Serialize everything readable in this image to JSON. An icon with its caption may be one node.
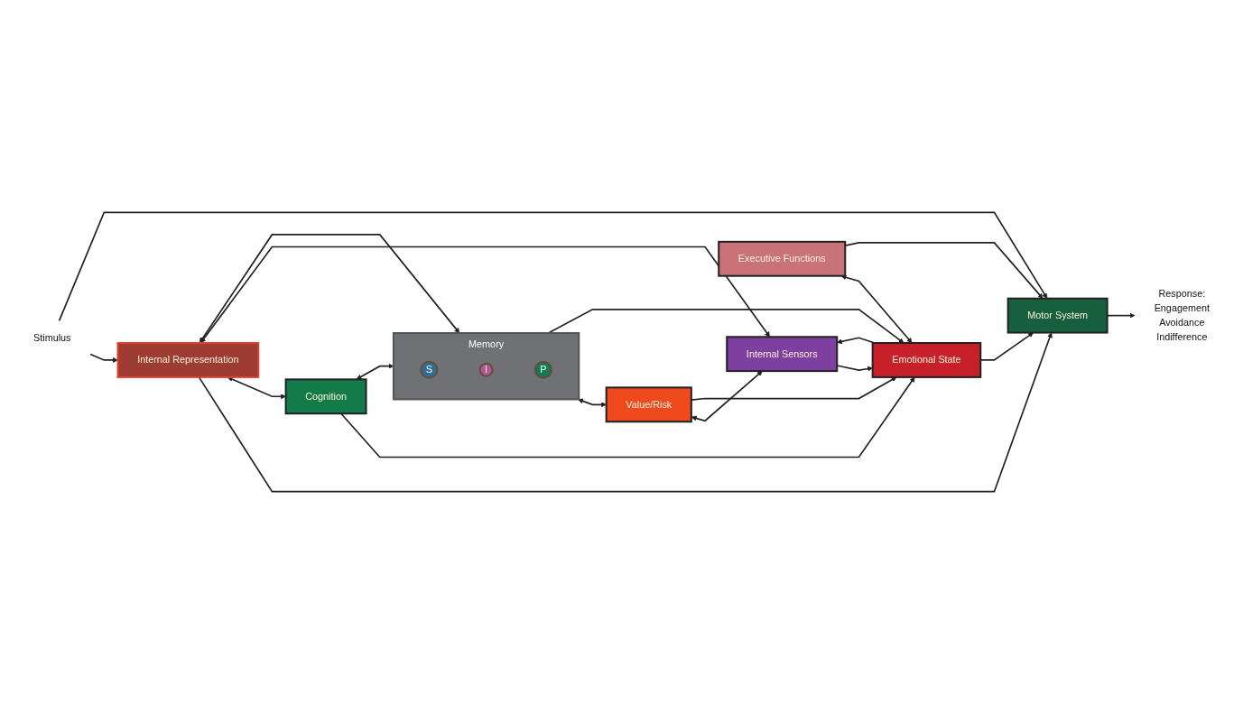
{
  "diagram": {
    "nodes": [
      {
        "text": [
          "Stimulus"
        ]
      },
      {
        "text": [
          "Internal Representation"
        ]
      },
      {
        "text": [
          "Cognition"
        ]
      },
      {
        "text": [
          "Memory"
        ]
      },
      {
        "text": [
          "S"
        ],
        "in": 3
      },
      {
        "text": [
          "I"
        ],
        "in": 3
      },
      {
        "text": [
          "P"
        ],
        "in": 3
      },
      {
        "text": [
          "Value/Risk"
        ]
      },
      {
        "text": [
          "Internal Sensors"
        ]
      },
      {
        "text": [
          "Executive Functions"
        ]
      },
      {
        "text": [
          "Emotional State"
        ]
      },
      {
        "text": [
          "Motor System"
        ]
      },
      {
        "text": [
          "Response:",
          "Engagement",
          "Avoidance",
          "Indifference"
        ]
      }
    ],
    "edges": [
      {
        "from": 0,
        "to": 1,
        "arrow": "to"
      },
      {
        "from": 0,
        "to": 11,
        "arrow": "to"
      },
      {
        "from": 1,
        "to": 11,
        "arrow": "to"
      },
      {
        "from": 1,
        "to": 2,
        "arrow": "both"
      },
      {
        "from": 1,
        "to": 3,
        "arrow": "both"
      },
      {
        "from": 1,
        "to": 8,
        "arrow": "both"
      },
      {
        "from": 2,
        "to": 3,
        "arrow": "both"
      },
      {
        "from": 3,
        "to": 7,
        "arrow": "both"
      },
      {
        "from": 7,
        "to": 8,
        "arrow": "both"
      },
      {
        "from": 2,
        "to": 10,
        "arrow": "to"
      },
      {
        "from": 3,
        "to": 10,
        "arrow": "to"
      },
      {
        "from": 7,
        "to": 10,
        "arrow": "to"
      },
      {
        "from": 8,
        "to": 10,
        "arrow": "to"
      },
      {
        "from": 9,
        "to": 10,
        "arrow": "both"
      },
      {
        "from": 9,
        "to": 11,
        "arrow": "to"
      },
      {
        "from": 10,
        "to": 11,
        "arrow": "to"
      },
      {
        "from": 10,
        "to": 8,
        "arrow": "to"
      },
      {
        "from": 11,
        "to": 12,
        "arrow": "to"
      }
    ]
  }
}
